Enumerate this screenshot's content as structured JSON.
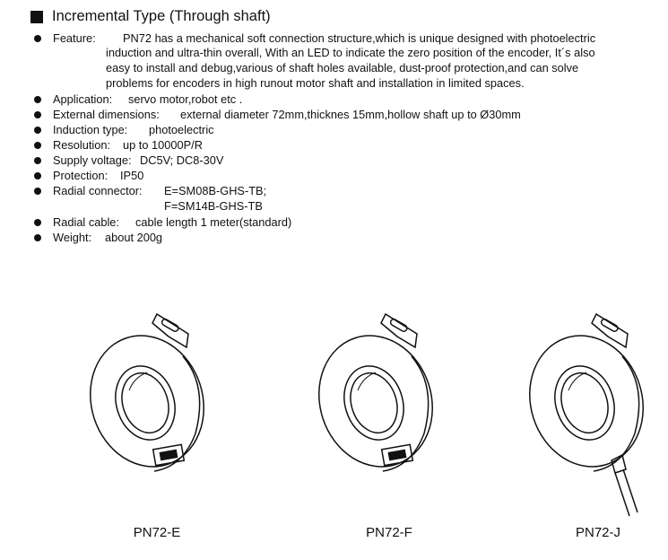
{
  "heading": "Incremental Type (Through shaft)",
  "feature": {
    "label": "Feature:",
    "lines": [
      "PN72 has a mechanical soft connection structure,which is unique designed with photoelectric",
      "induction and ultra-thin overall, With an LED to indicate the zero position of the encoder, It´s also",
      "easy to install and debug,various of shaft holes available, dust-proof protection,and can solve",
      "problems for encoders in high runout motor shaft and installation in limited spaces."
    ]
  },
  "specs": [
    {
      "label": "Application:",
      "value": "servo motor,robot etc ."
    },
    {
      "label": "External dimensions:",
      "value": "external diameter 72mm,thicknes 15mm,hollow shaft up to Ø30mm"
    },
    {
      "label": "Induction type:",
      "value": "photoelectric"
    },
    {
      "label": "Resolution:",
      "value": "up to 10000P/R"
    },
    {
      "label": "Supply voltage:",
      "value": "DC5V; DC8-30V"
    },
    {
      "label": "Protection:",
      "value": "IP50"
    },
    {
      "label": "Radial connector:",
      "value": "E=SM08B-GHS-TB;",
      "value2": "F=SM14B-GHS-TB"
    },
    {
      "label": "Radial cable:",
      "value": "cable length 1 meter(standard)"
    },
    {
      "label": "Weight:",
      "value": "about 200g"
    }
  ],
  "products": [
    {
      "name": "PN72-E",
      "variant": "connector"
    },
    {
      "name": "PN72-F",
      "variant": "connector"
    },
    {
      "name": "PN72-J",
      "variant": "cable"
    }
  ]
}
